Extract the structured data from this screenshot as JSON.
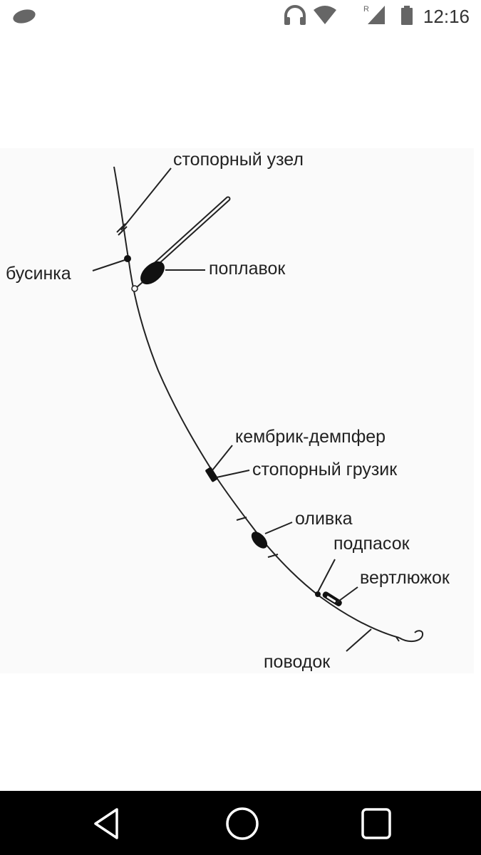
{
  "status_bar": {
    "time": "12:16",
    "roaming_label": "R",
    "icons": [
      "app-leaf-icon",
      "headphones-icon",
      "wifi-icon",
      "cell-signal-icon",
      "battery-icon"
    ]
  },
  "diagram": {
    "labels": {
      "stopper_knot": "стопорный узел",
      "bead": "бусинка",
      "float": "поплавок",
      "cambric_damper": "кембрик-демпфер",
      "stopper_sinker": "стопорный грузик",
      "olive": "оливка",
      "underweight": "подпасок",
      "swivel": "вертлюжок",
      "leader": "поводок"
    }
  },
  "nav_bar": {
    "icons": [
      "back-icon",
      "home-icon",
      "recents-icon"
    ],
    "color": "#ffffff"
  }
}
